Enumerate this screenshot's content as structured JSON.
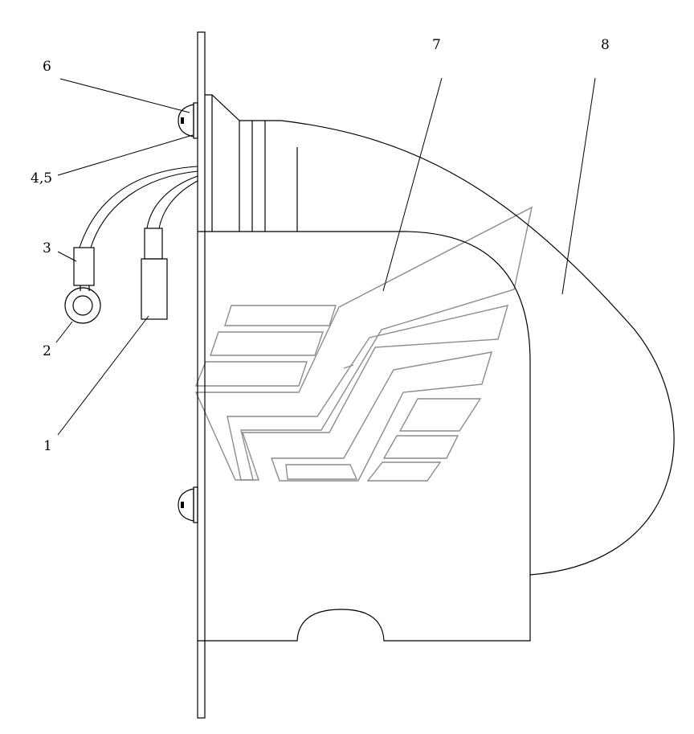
{
  "diagram": {
    "colors": {
      "line": "#000000",
      "watermark": "#8c8c8c",
      "background": "#ffffff"
    },
    "callouts": [
      {
        "id": "callout-1",
        "text": "1"
      },
      {
        "id": "callout-2",
        "text": "2"
      },
      {
        "id": "callout-3",
        "text": "3"
      },
      {
        "id": "callout-4-5",
        "text": "4,5"
      },
      {
        "id": "callout-6",
        "text": "6"
      },
      {
        "id": "callout-7",
        "text": "7"
      },
      {
        "id": "callout-8",
        "text": "8"
      }
    ]
  }
}
